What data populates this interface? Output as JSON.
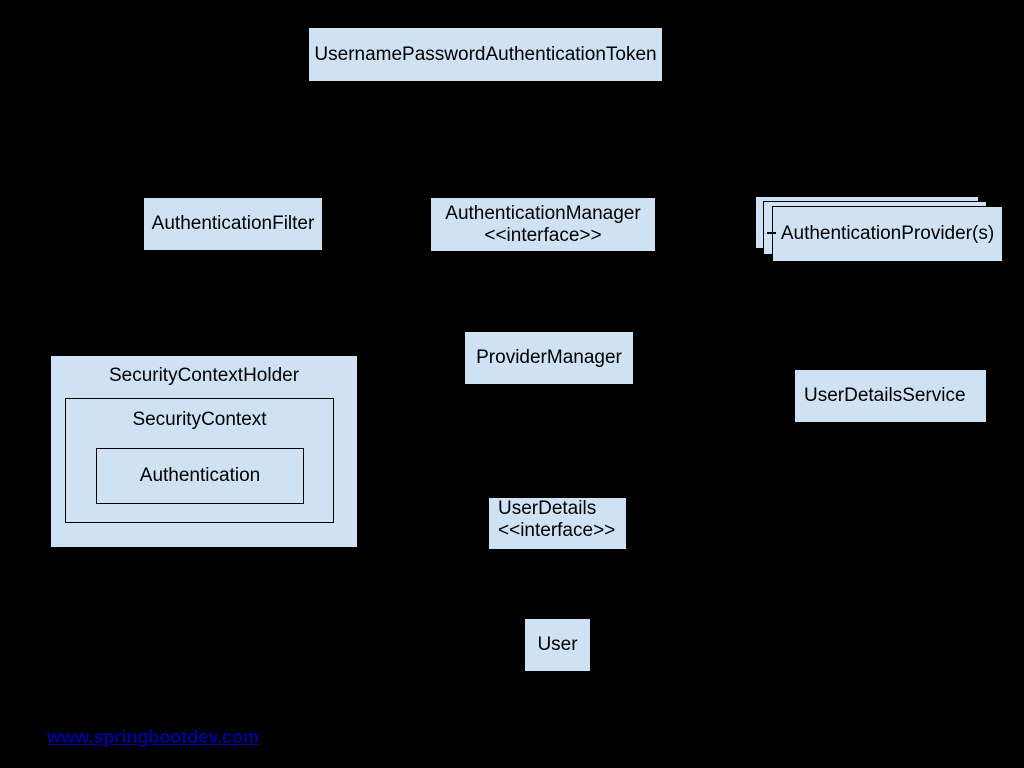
{
  "theme": {
    "background": "#000000",
    "node_fill": "#cfe2f3",
    "node_border": "#000000",
    "text_color": "#000000",
    "link_color": "#00009b"
  },
  "diagram": {
    "token": {
      "label": "UsernamePasswordAuthenticationToken"
    },
    "filter": {
      "label": "AuthenticationFilter"
    },
    "manager": {
      "label": "AuthenticationManager",
      "stereotype": "<<interface>>"
    },
    "providers": {
      "label": "AuthenticationProvider(s)",
      "stack_count": 3
    },
    "provider_manager": {
      "label": "ProviderManager"
    },
    "user_details_service": {
      "label": "UserDetailsService"
    },
    "security_context_holder": {
      "label": "SecurityContextHolder"
    },
    "security_context": {
      "label": "SecurityContext"
    },
    "authentication": {
      "label": "Authentication"
    },
    "user_details": {
      "label": "UserDetails",
      "stereotype": "<<interface>>"
    },
    "user": {
      "label": "User"
    }
  },
  "footer": {
    "link": "www.springbootdev.com"
  }
}
